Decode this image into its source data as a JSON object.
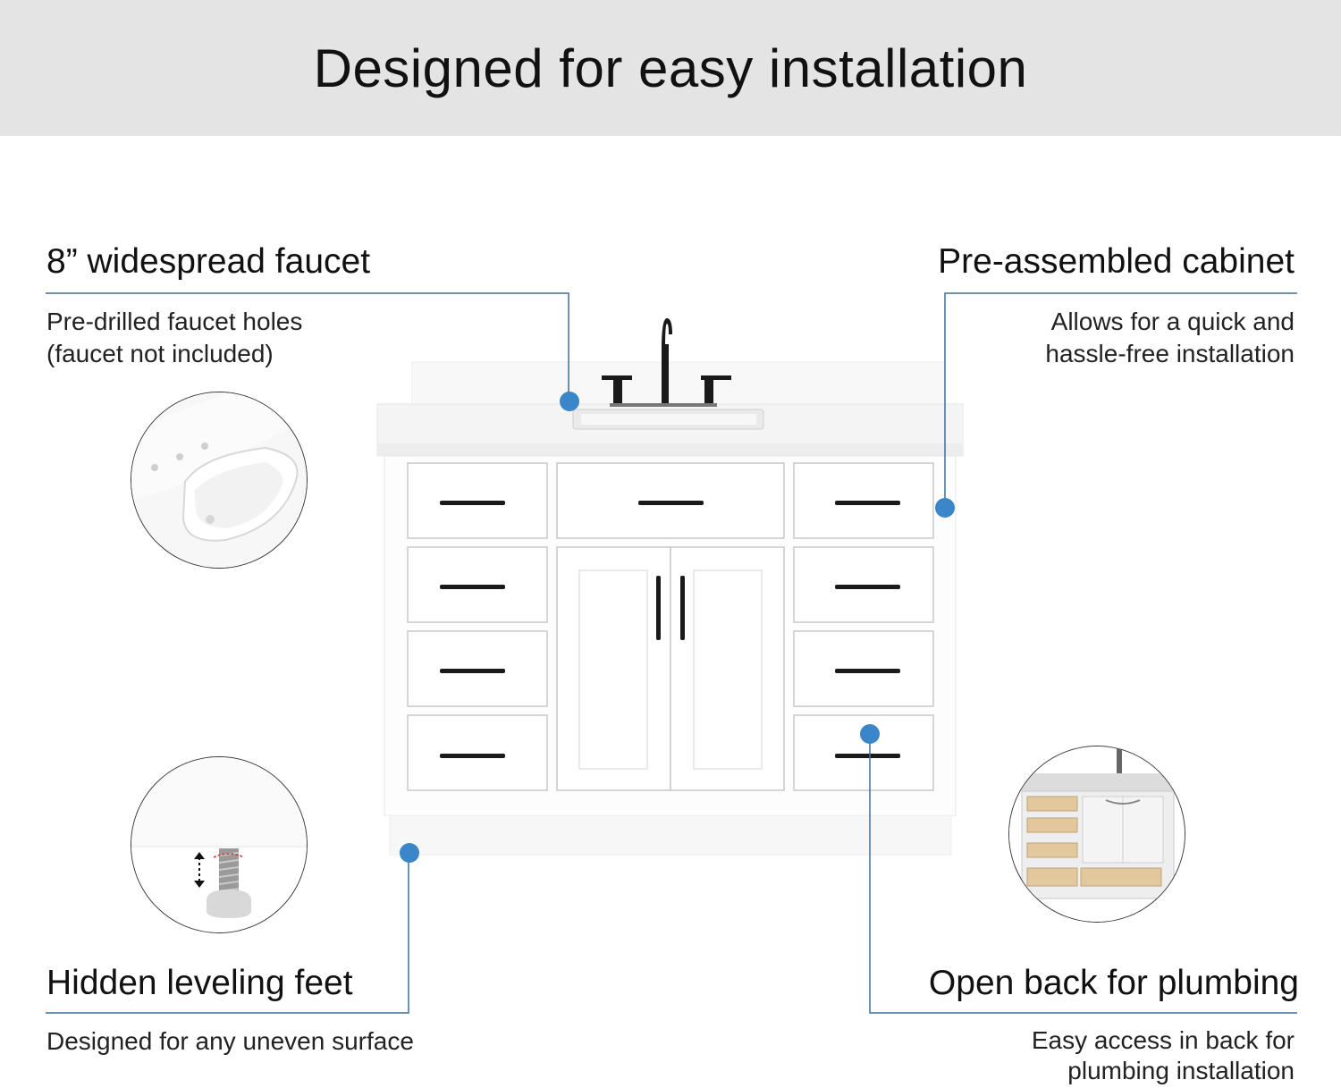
{
  "banner": {
    "title": "Designed for easy installation"
  },
  "features": {
    "faucet": {
      "title": "8” widespread faucet",
      "desc_lines": [
        "Pre-drilled faucet holes",
        "(faucet not included)"
      ],
      "icon": "sink-closeup-icon"
    },
    "cabinet": {
      "title": "Pre-assembled cabinet",
      "desc_lines": [
        "Allows for  a quick and",
        "hassle-free installation"
      ]
    },
    "feet": {
      "title": "Hidden leveling feet",
      "desc_lines": [
        "Designed for any uneven surface"
      ],
      "icon": "leveling-foot-icon"
    },
    "plumbing": {
      "title": "Open back for plumbing",
      "desc_lines": [
        "Easy access in back for",
        "plumbing installation"
      ],
      "icon": "open-back-cabinet-icon"
    }
  },
  "colors": {
    "accent": "#3a86c8",
    "banner_bg": "#e4e4e4",
    "leader_line": "#3f6e96",
    "hardware": "#1a1a1a"
  }
}
